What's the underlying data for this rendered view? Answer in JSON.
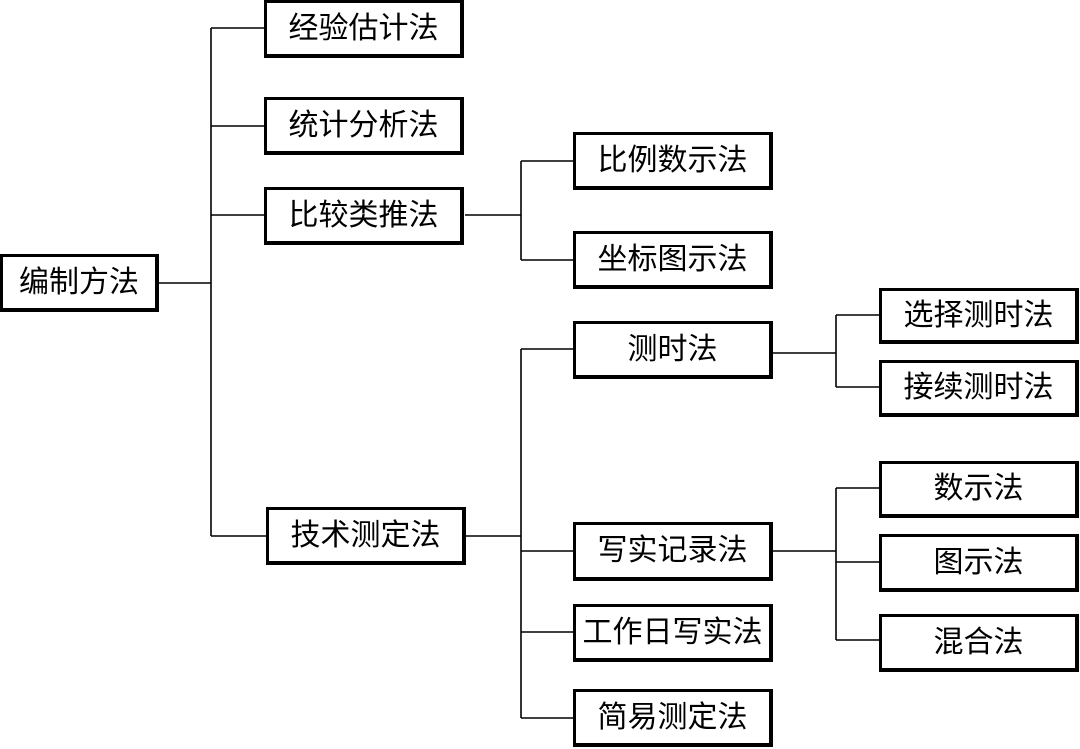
{
  "diagram": {
    "root": "编制方法",
    "level1": [
      "经验估计法",
      "统计分析法",
      "比较类推法",
      "技术测定法"
    ],
    "comparison_methods": [
      "比例数示法",
      "坐标图示法"
    ],
    "measurement_methods": [
      "测时法",
      "写实记录法",
      "工作日写实法",
      "简易测定法"
    ],
    "timing_methods": [
      "选择测时法",
      "接续测时法"
    ],
    "recording_methods": [
      "数示法",
      "图示法",
      "混合法"
    ]
  }
}
